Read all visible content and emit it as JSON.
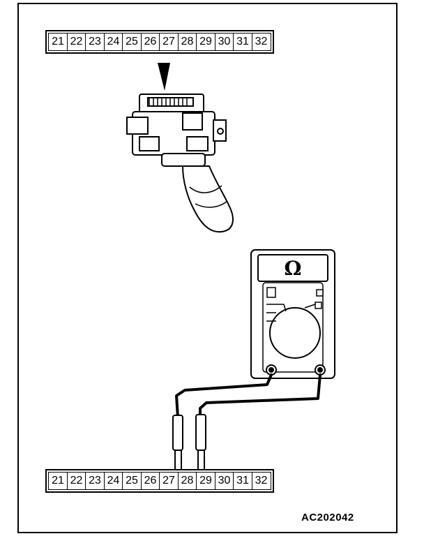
{
  "connector_top": {
    "pins": [
      "21",
      "22",
      "23",
      "24",
      "25",
      "26",
      "27",
      "28",
      "29",
      "30",
      "31",
      "32"
    ]
  },
  "connector_bottom": {
    "pins": [
      "21",
      "22",
      "23",
      "24",
      "25",
      "26",
      "27",
      "28",
      "29",
      "30",
      "31",
      "32"
    ]
  },
  "meter": {
    "display_symbol": "Ω"
  },
  "figure_code": "AC202042"
}
